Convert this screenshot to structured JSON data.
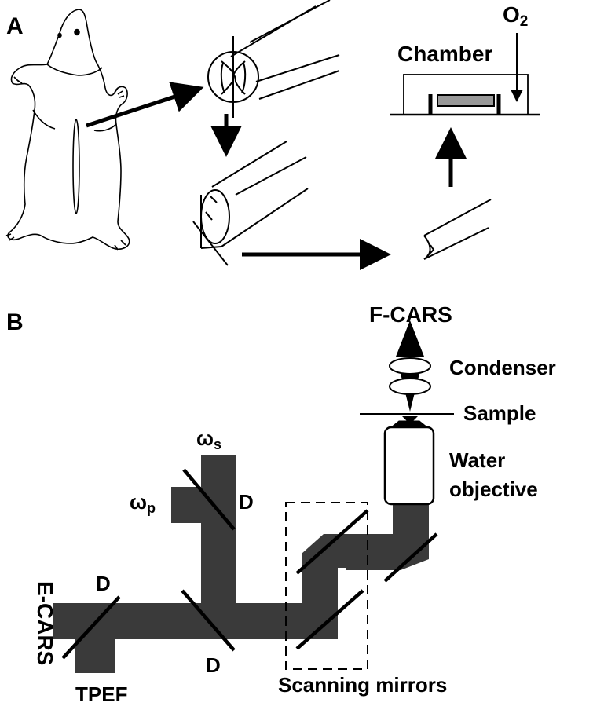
{
  "panel_a": {
    "label": "A",
    "chamber_label": "Chamber",
    "oxygen": {
      "base": "O",
      "subscript": "2"
    }
  },
  "panel_b": {
    "label": "B",
    "f_cars": "F-CARS",
    "condenser": "Condenser",
    "sample": "Sample",
    "objective_line1": "Water",
    "objective_line2": "objective",
    "omega_s": {
      "base": "ω",
      "subscript": "s"
    },
    "omega_p": {
      "base": "ω",
      "subscript": "p"
    },
    "dichroic_label": "D",
    "e_cars": "E-CARS",
    "tpef": "TPEF",
    "scanning_mirrors": "Scanning mirrors"
  },
  "colors": {
    "beam": "#3a3a3a",
    "stroke": "#000000",
    "slice_fill": "#999999"
  }
}
